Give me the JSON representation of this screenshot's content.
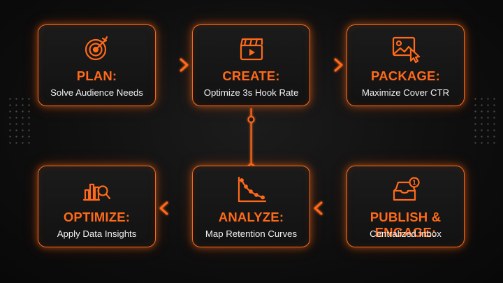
{
  "colors": {
    "accent": "#ff6a1a",
    "background": "#0e0e0e",
    "text": "#f2f2f2"
  },
  "steps": [
    {
      "title": "PLAN:",
      "subtitle": "Solve Audience Needs",
      "icon": "target-icon"
    },
    {
      "title": "CREATE:",
      "subtitle": "Optimize 3s Hook Rate",
      "icon": "clapperboard-video-icon"
    },
    {
      "title": "PACKAGE:",
      "subtitle": "Maximize Cover CTR",
      "icon": "image-cursor-icon"
    },
    {
      "title": "OPTIMIZE:",
      "subtitle": "Apply Data Insights",
      "icon": "chart-magnifier-icon"
    },
    {
      "title": "ANALYZE:",
      "subtitle": "Map Retention Curves",
      "icon": "decline-curve-icon"
    },
    {
      "title": "PUBLISH & ENGAGE:",
      "subtitle": "Centralized Inbox",
      "icon": "inbox-notification-icon"
    }
  ],
  "inbox_badge": "1"
}
